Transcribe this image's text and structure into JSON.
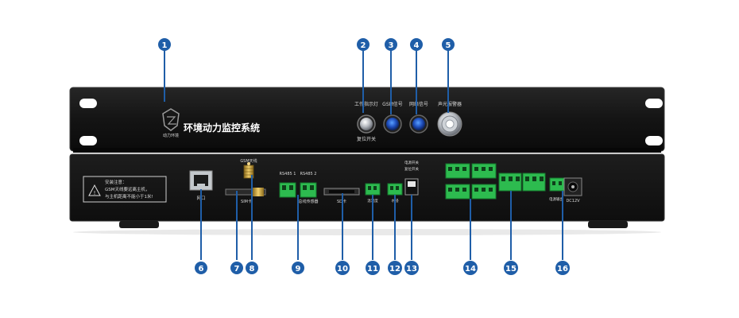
{
  "front_panel": {
    "title": "环境动力监控系统",
    "logo_text": "动力环境",
    "labels": {
      "power_indicator": "工作指示灯",
      "gsm_signal": "GSM信号",
      "network_signal": "网络信号",
      "buzzer": "声光报警器",
      "reset_switch": "复位开关"
    }
  },
  "rear_panel": {
    "warning_text": [
      "安装注意：",
      "GSM天线要远离主机，",
      "与主机距离不能小于1米!"
    ],
    "labels": {
      "lan": "网口",
      "gsm_antenna": "GSM天线",
      "sim": "SIM卡",
      "rs485_1": "RS485 1",
      "rs485_2": "RS485 2",
      "rs485_sensor": "总线传感器",
      "sd": "SD卡",
      "temp_humidity": "温湿度",
      "water": "水浸",
      "power_switch": "电源开关",
      "power_reset": "复位开关",
      "dc12v": "DC12V",
      "power_out": "电源输出"
    }
  },
  "callouts": [
    {
      "number": "1"
    },
    {
      "number": "2"
    },
    {
      "number": "3"
    },
    {
      "number": "4"
    },
    {
      "number": "5"
    },
    {
      "number": "6"
    },
    {
      "number": "7"
    },
    {
      "number": "8"
    },
    {
      "number": "9"
    },
    {
      "number": "10"
    },
    {
      "number": "11"
    },
    {
      "number": "12"
    },
    {
      "number": "13"
    },
    {
      "number": "14"
    },
    {
      "number": "15"
    },
    {
      "number": "16"
    }
  ],
  "colors": {
    "callout": "#1f5ea8",
    "chassis": "#141414",
    "terminal_green": "#2dbb4f",
    "label": "#d8d8d8"
  }
}
